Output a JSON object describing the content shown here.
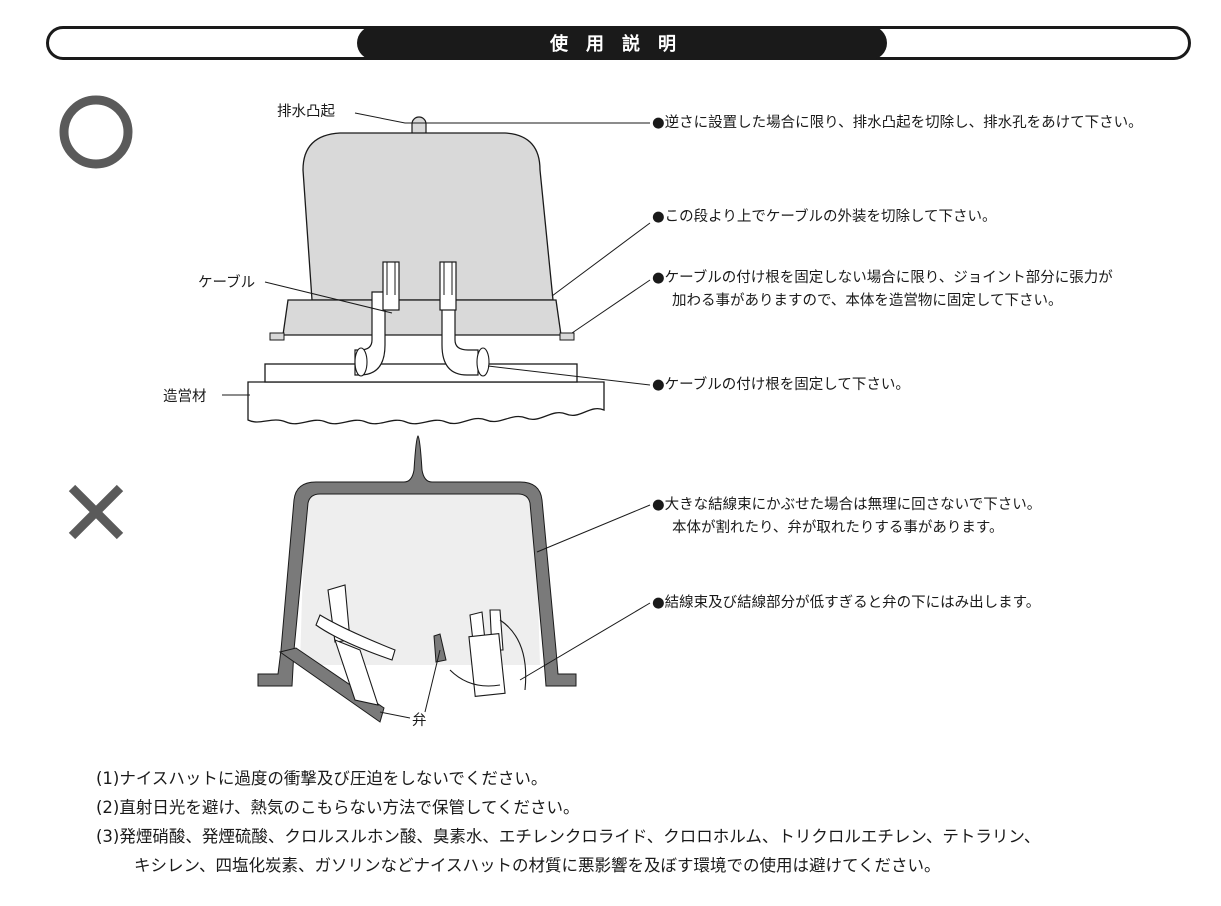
{
  "header": {
    "title": "使用説明"
  },
  "correct": {
    "symbol": "◯",
    "labels": {
      "drain_bump": "排水凸起",
      "cable": "ケーブル",
      "structure": "造営材"
    },
    "annotations": [
      {
        "lines": [
          "●逆さに設置した場合に限り、排水凸起を切除し、排水孔をあけて下さい。"
        ]
      },
      {
        "lines": [
          "●この段より上でケーブルの外装を切除して下さい。"
        ]
      },
      {
        "lines": [
          "●ケーブルの付け根を固定しない場合に限り、ジョイント部分に張力が",
          "加わる事がありますので、本体を造営物に固定して下さい。"
        ]
      },
      {
        "lines": [
          "●ケーブルの付け根を固定して下さい。"
        ]
      }
    ]
  },
  "incorrect": {
    "symbol": "✕",
    "labels": {
      "valve": "弁"
    },
    "annotations": [
      {
        "lines": [
          "●大きな結線束にかぶせた場合は無理に回さないで下さい。",
          "本体が割れたり、弁が取れたりする事があります。"
        ]
      },
      {
        "lines": [
          "●結線束及び結線部分が低すぎると弁の下にはみ出します。"
        ]
      }
    ]
  },
  "notes": [
    "(1)ナイスハットに過度の衝撃及び圧迫をしないでください。",
    "(2)直射日光を避け、熱気のこもらない方法で保管してください。",
    "(3)発煙硝酸、発煙硫酸、クロルスルホン酸、臭素水、エチレンクロライド、クロロホルム、トリクロルエチレン、テトラリン、",
    "キシレン、四塩化炭素、ガソリンなどナイスハットの材質に悪影響を及ぼす環境での使用は避けてください。"
  ],
  "colors": {
    "ink": "#1a1a1a",
    "body_fill": "#d9d9d9",
    "cap_gray": "#7a7a7a",
    "symbol_gray": "#5a5a5a"
  }
}
